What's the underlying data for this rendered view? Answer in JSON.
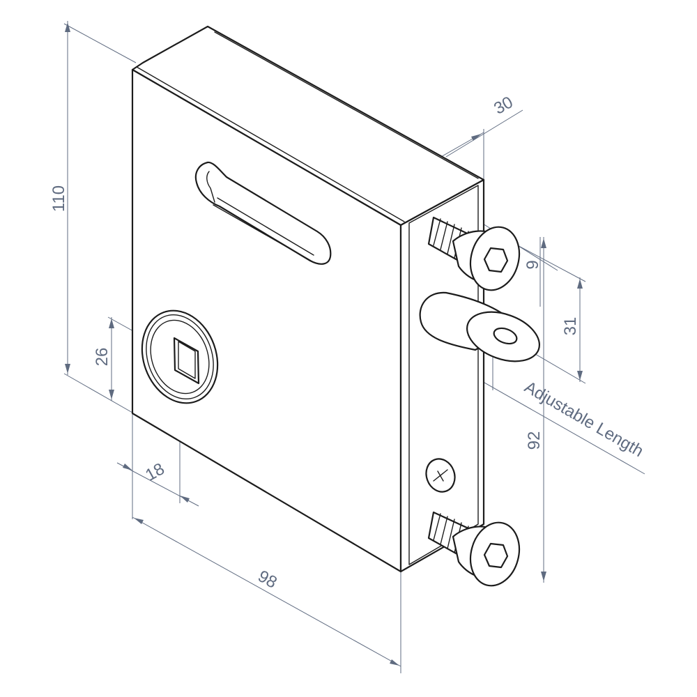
{
  "dimensions": {
    "depth": "30",
    "height": "110",
    "bolt_offset": "9",
    "bolt_height": "31",
    "screw_pitch": "92",
    "spindle_height": "26",
    "spindle_offset": "18",
    "width": "98",
    "adjustable": "Adjustable Length"
  },
  "colors": {
    "outline": "#1c1c1c",
    "dimension": "#5f6b80"
  }
}
